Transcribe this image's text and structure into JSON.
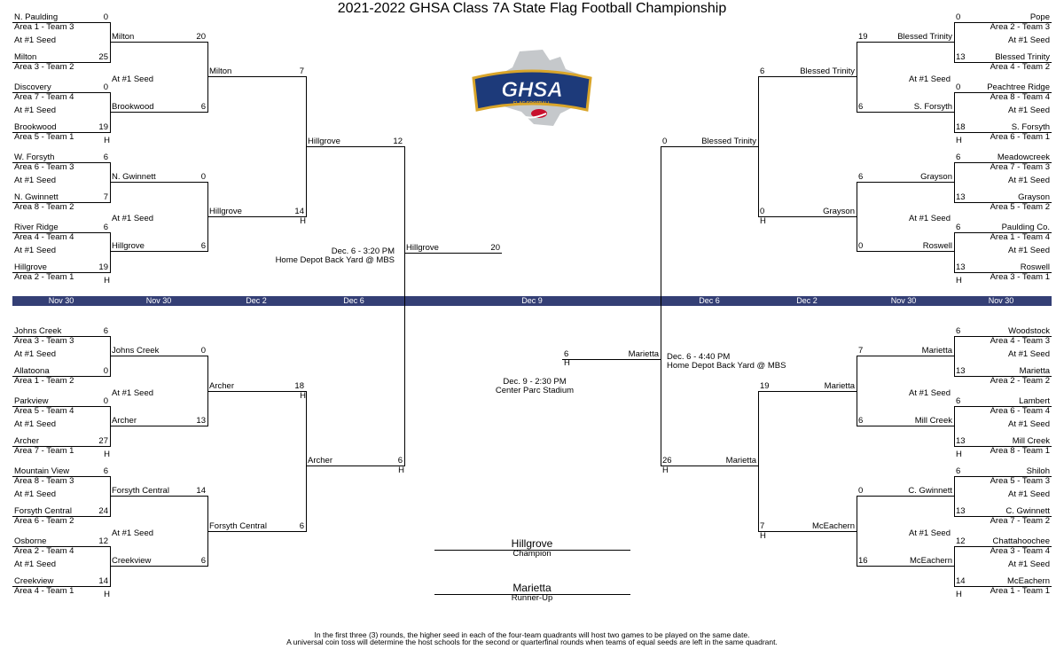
{
  "title": "2021-2022 GHSA Class 7A State Flag Football Championship",
  "logo": {
    "name": "GHSA",
    "subtitle": "FLAG FOOTBALL",
    "colors": {
      "navy": "#1d3a7a",
      "gold": "#d9a52a",
      "red": "#c8102e",
      "silver": "#9ea3a8"
    }
  },
  "dates": [
    "Nov 30",
    "Nov 30",
    "Dec 2",
    "Dec 6",
    "Dec 9",
    "Dec 6",
    "Dec 2",
    "Nov 30",
    "Nov 30"
  ],
  "band_color": "#343f75",
  "first_round_left": [
    {
      "t1": "N. Paulding",
      "s1": "0",
      "seed1": "Area 1 - Team 3",
      "t2": "Milton",
      "s2": "25",
      "seed2": "Area 3 - Team 2"
    },
    {
      "t1": "Discovery",
      "s1": "0",
      "seed1": "Area 7 - Team 4",
      "t2": "Brookwood",
      "s2": "19",
      "seed2": "Area 5 - Team 1"
    },
    {
      "t1": "W. Forsyth",
      "s1": "6",
      "seed1": "Area 6 - Team 3",
      "t2": "N. Gwinnett",
      "s2": "7",
      "seed2": "Area 8 - Team 2"
    },
    {
      "t1": "River Ridge",
      "s1": "6",
      "seed1": "Area 4 - Team 4",
      "t2": "Hillgrove",
      "s2": "19",
      "seed2": "Area 2 - Team 1"
    },
    {
      "t1": "Johns Creek",
      "s1": "6",
      "seed1": "Area 3 - Team 3",
      "t2": "Allatoona",
      "s2": "0",
      "seed2": "Area 1 - Team 2"
    },
    {
      "t1": "Parkview",
      "s1": "0",
      "seed1": "Area 5 - Team 4",
      "t2": "Archer",
      "s2": "27",
      "seed2": "Area 7 - Team 1"
    },
    {
      "t1": "Mountain View",
      "s1": "6",
      "seed1": "Area 8 - Team 3",
      "t2": "Forsyth Central",
      "s2": "24",
      "seed2": "Area 6 - Team 2"
    },
    {
      "t1": "Osborne",
      "s1": "12",
      "seed1": "Area 2 - Team 4",
      "t2": "Creekview",
      "s2": "14",
      "seed2": "Area 4 - Team 1"
    }
  ],
  "first_round_right": [
    {
      "t1": "Pope",
      "s1": "0",
      "seed1": "Area 2 - Team 3",
      "t2": "Blessed Trinity",
      "s2": "13",
      "seed2": "Area 4 - Team 2"
    },
    {
      "t1": "Peachtree Ridge",
      "s1": "0",
      "seed1": "Area  8 - Team 4",
      "t2": "S. Forsyth",
      "s2": "18",
      "seed2": "Area 6 - Team 1"
    },
    {
      "t1": "Meadowcreek",
      "s1": "6",
      "seed1": "Area 7 - Team 3",
      "t2": "Grayson",
      "s2": "13",
      "seed2": "Area 5 - Team 2"
    },
    {
      "t1": "Paulding Co.",
      "s1": "6",
      "seed1": "Area 1 - Team 4",
      "t2": "Roswell",
      "s2": "13",
      "seed2": "Area 3 - Team 1"
    },
    {
      "t1": "Woodstock",
      "s1": "6",
      "seed1": "Area 4 - Team 3",
      "t2": "Marietta",
      "s2": "13",
      "seed2": "Area 2 - Team 2"
    },
    {
      "t1": "Lambert",
      "s1": "6",
      "seed1": "Area 6 - Team 4",
      "t2": "Mill Creek",
      "s2": "13",
      "seed2": "Area 8 - Team 1"
    },
    {
      "t1": "Shiloh",
      "s1": "6",
      "seed1": "Area 5 - Team 3",
      "t2": "C. Gwinnett",
      "s2": "13",
      "seed2": "Area 7 - Team 2"
    },
    {
      "t1": "Chattahoochee",
      "s1": "12",
      "seed1": "Area 3 - Team 4",
      "t2": "McEachern",
      "s2": "14",
      "seed2": "Area 1 - Team 1"
    }
  ],
  "second_round_left": [
    {
      "t1": "Milton",
      "s1": "20",
      "t2": "Brookwood",
      "s2": "6"
    },
    {
      "t1": "N. Gwinnett",
      "s1": "0",
      "t2": "Hillgrove",
      "s2": "6"
    },
    {
      "t1": "Johns Creek",
      "s1": "0",
      "t2": "Archer",
      "s2": "13"
    },
    {
      "t1": "Forsyth Central",
      "s1": "14",
      "t2": "Creekview",
      "s2": "6"
    }
  ],
  "second_round_right": [
    {
      "t1": "Blessed Trinity",
      "s1": "19",
      "t2": "S. Forsyth",
      "s2": "6"
    },
    {
      "t1": "Grayson",
      "s1": "6",
      "t2": "Roswell",
      "s2": "0"
    },
    {
      "t1": "Marietta",
      "s1": "7",
      "t2": "Mill Creek",
      "s2": "6"
    },
    {
      "t1": "C. Gwinnett",
      "s1": "0",
      "t2": "McEachern",
      "s2": "16"
    }
  ],
  "quarter_left": [
    {
      "t1": "Milton",
      "s1": "7",
      "t2": "Hillgrove",
      "s2": "14"
    },
    {
      "t1": "Archer",
      "s1": "18",
      "t2": "Forsyth Central",
      "s2": "6"
    }
  ],
  "quarter_right": [
    {
      "t1": "Blessed Trinity",
      "s1": "6",
      "t2": "Grayson",
      "s2": "0"
    },
    {
      "t1": "Marietta",
      "s1": "19",
      "t2": "McEachern",
      "s2": "7"
    }
  ],
  "semi_left": {
    "t1": "Hillgrove",
    "s1": "12",
    "t2": "Archer",
    "s2": "6"
  },
  "semi_right": {
    "t1": "Blessed Trinity",
    "s1": "0",
    "t2": "Marietta",
    "s2": "26"
  },
  "final": {
    "t1": "Hillgrove",
    "s1": "20",
    "t2": "Marietta",
    "s2": "6"
  },
  "seed_note": "At #1 Seed",
  "home": "H",
  "venues": {
    "semi_left_date": "Dec. 6 - 3:20 PM",
    "semi_left_place": "Home Depot Back Yard @ MBS",
    "semi_right_date": "Dec. 6 - 4:40 PM",
    "semi_right_place": "Home Depot Back Yard @ MBS",
    "final_date": "Dec. 9 - 2:30 PM",
    "final_place": "Center Parc Stadium"
  },
  "champion": {
    "name": "Hillgrove",
    "label": "Champion"
  },
  "runner_up": {
    "name": "Marietta",
    "label": "Runner-Up"
  },
  "footnote": [
    "In the first three (3) rounds, the higher seed in each of the four-team quadrants will host two games to be played on the same date.",
    "A universal coin toss will determine the host schools for the second or quarterfinal rounds when teams of equal seeds are left in the same quadrant."
  ]
}
